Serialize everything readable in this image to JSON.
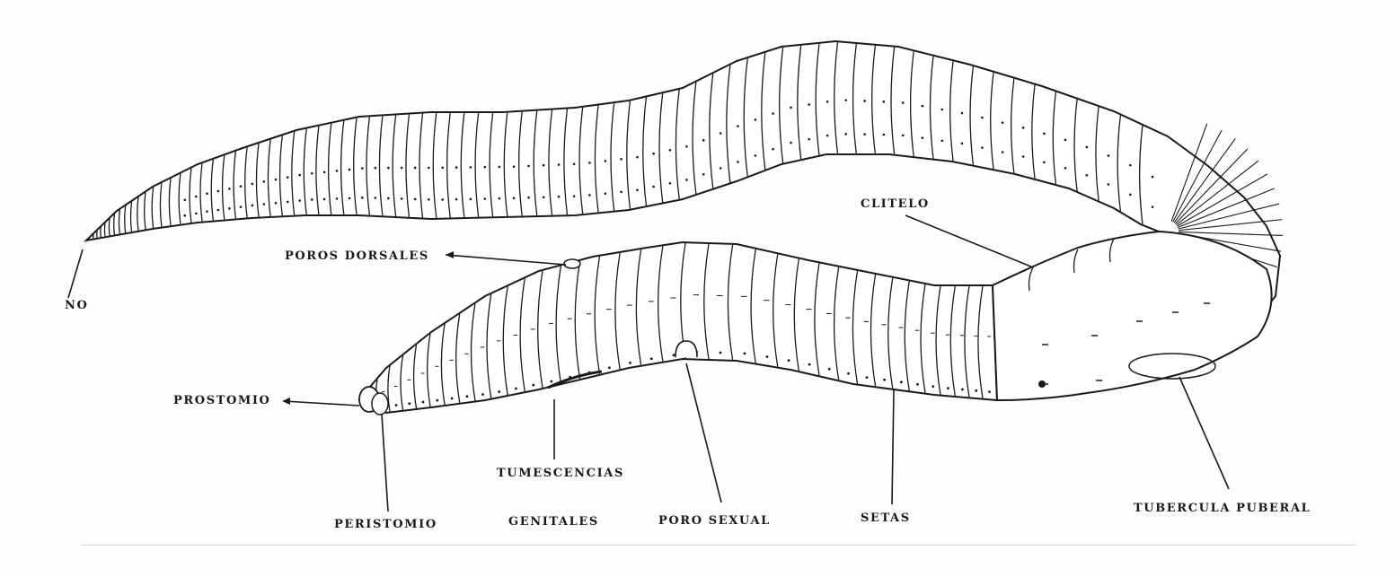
{
  "diagram": {
    "labels": {
      "ano": "NO",
      "poros_dorsales": "POROS DORSALES",
      "clitelo": "CLITELO",
      "prostomio": "PROSTOMIO",
      "tumescencias": "TUMESCENCIAS",
      "peristomio": "PERISTOMIO",
      "genitales": "GENITALES",
      "poro_sexual": "PORO SEXUAL",
      "setas": "SETAS",
      "tubercula_puberal": "TUBERCULA PUBERAL"
    },
    "colors": {
      "ink": "#1a1a1a",
      "body_fill": "#ffffff",
      "background": "#fdfdfd"
    }
  }
}
